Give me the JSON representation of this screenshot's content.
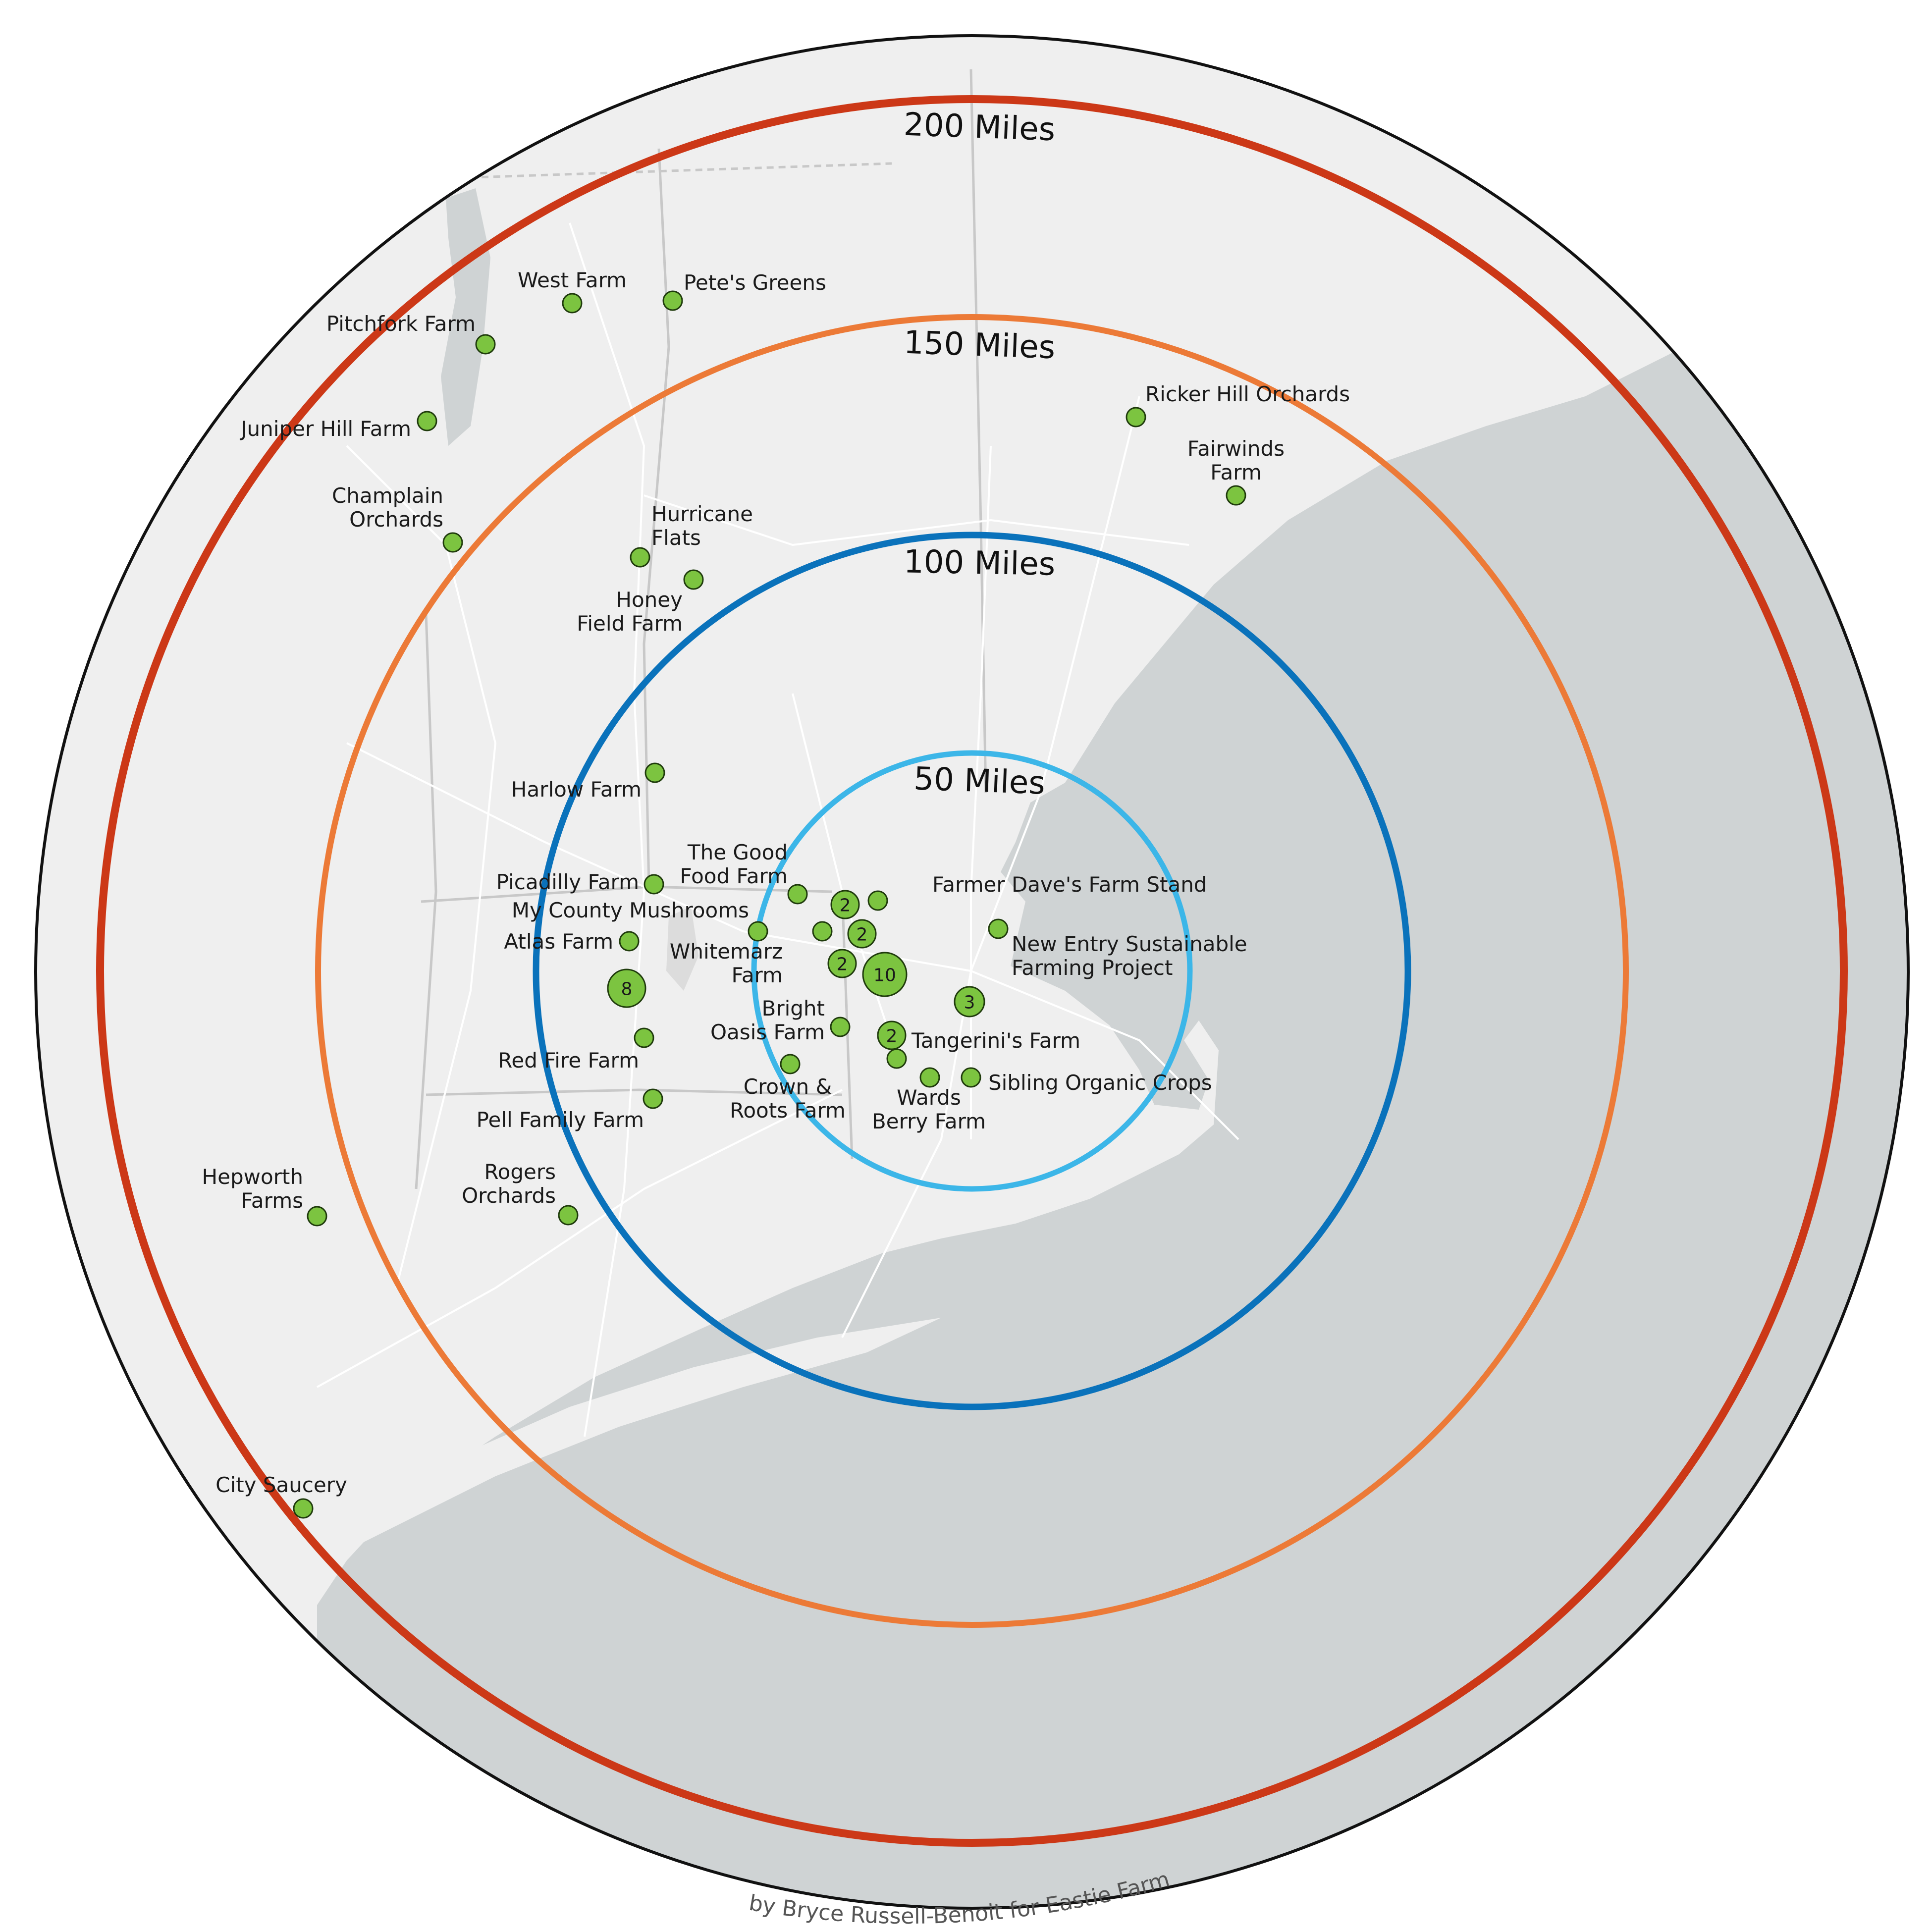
{
  "colors": {
    "land": "#efefef",
    "water": "#cfd3d4",
    "roads": "#ffffff",
    "borders": "#c8c8c8",
    "marker_fill": "#7cc440",
    "marker_stroke": "#1f3b0c",
    "ring_200": "#cc3817",
    "ring_150": "#ec7a37",
    "ring_100": "#0a72bb",
    "ring_50": "#3cb6e8",
    "outline": "#111111"
  },
  "rings": [
    {
      "key": "ring-200",
      "label": "200 Miles",
      "miles": 200,
      "color": "#cc3817"
    },
    {
      "key": "ring-150",
      "label": "150 Miles",
      "miles": 150,
      "color": "#ec7a37"
    },
    {
      "key": "ring-100",
      "label": "100 Miles",
      "miles": 100,
      "color": "#0a72bb"
    },
    {
      "key": "ring-50",
      "label": "50 Miles",
      "miles": 50,
      "color": "#3cb6e8"
    }
  ],
  "farms": [
    {
      "name": "West Farm"
    },
    {
      "name": "Pete's Greens"
    },
    {
      "name": "Pitchfork Farm"
    },
    {
      "name": "Juniper Hill Farm"
    },
    {
      "name": "Champlain Orchards",
      "lines": [
        "Champlain",
        "Orchards"
      ]
    },
    {
      "name": "Hurricane Flats",
      "lines": [
        "Hurricane",
        "Flats"
      ]
    },
    {
      "name": "Honey Field Farm",
      "lines": [
        "Honey",
        "Field Farm"
      ]
    },
    {
      "name": "Ricker Hill Orchards"
    },
    {
      "name": "Fairwinds Farm",
      "lines": [
        "Fairwinds",
        "Farm"
      ]
    },
    {
      "name": "Harlow Farm"
    },
    {
      "name": "The Good Food Farm",
      "lines": [
        "The Good",
        "Food Farm"
      ]
    },
    {
      "name": "Picadilly Farm"
    },
    {
      "name": "My County Mushrooms"
    },
    {
      "name": "Atlas Farm"
    },
    {
      "name": "Whitemarz Farm",
      "lines": [
        "Whitemarz",
        "Farm"
      ]
    },
    {
      "name": "Farmer Dave's Farm Stand"
    },
    {
      "name": "New Entry Sustainable Farming Project",
      "lines": [
        "New Entry Sustainable",
        "Farming Project"
      ]
    },
    {
      "name": "Bright Oasis Farm",
      "lines": [
        "Bright",
        "Oasis Farm"
      ]
    },
    {
      "name": "Tangerini's Farm"
    },
    {
      "name": "Red Fire Farm"
    },
    {
      "name": "Crown & Roots Farm",
      "lines": [
        "Crown &",
        "Roots Farm"
      ]
    },
    {
      "name": "Wards Berry Farm",
      "lines": [
        "Wards",
        "Berry Farm"
      ]
    },
    {
      "name": "Sibling Organic Crops"
    },
    {
      "name": "Pell Family Farm"
    },
    {
      "name": "Rogers Orchards",
      "lines": [
        "Rogers",
        "Orchards"
      ]
    },
    {
      "name": "Hepworth Farms",
      "lines": [
        "Hepworth",
        "Farms"
      ]
    },
    {
      "name": "City Saucery"
    }
  ],
  "clusters": [
    {
      "count": "10"
    },
    {
      "count": "8"
    },
    {
      "count": "3"
    },
    {
      "count": "2"
    },
    {
      "count": "2"
    },
    {
      "count": "2"
    },
    {
      "count": "2"
    }
  ],
  "credit": "by Bryce Russell-Benoit for Eastie Farm"
}
